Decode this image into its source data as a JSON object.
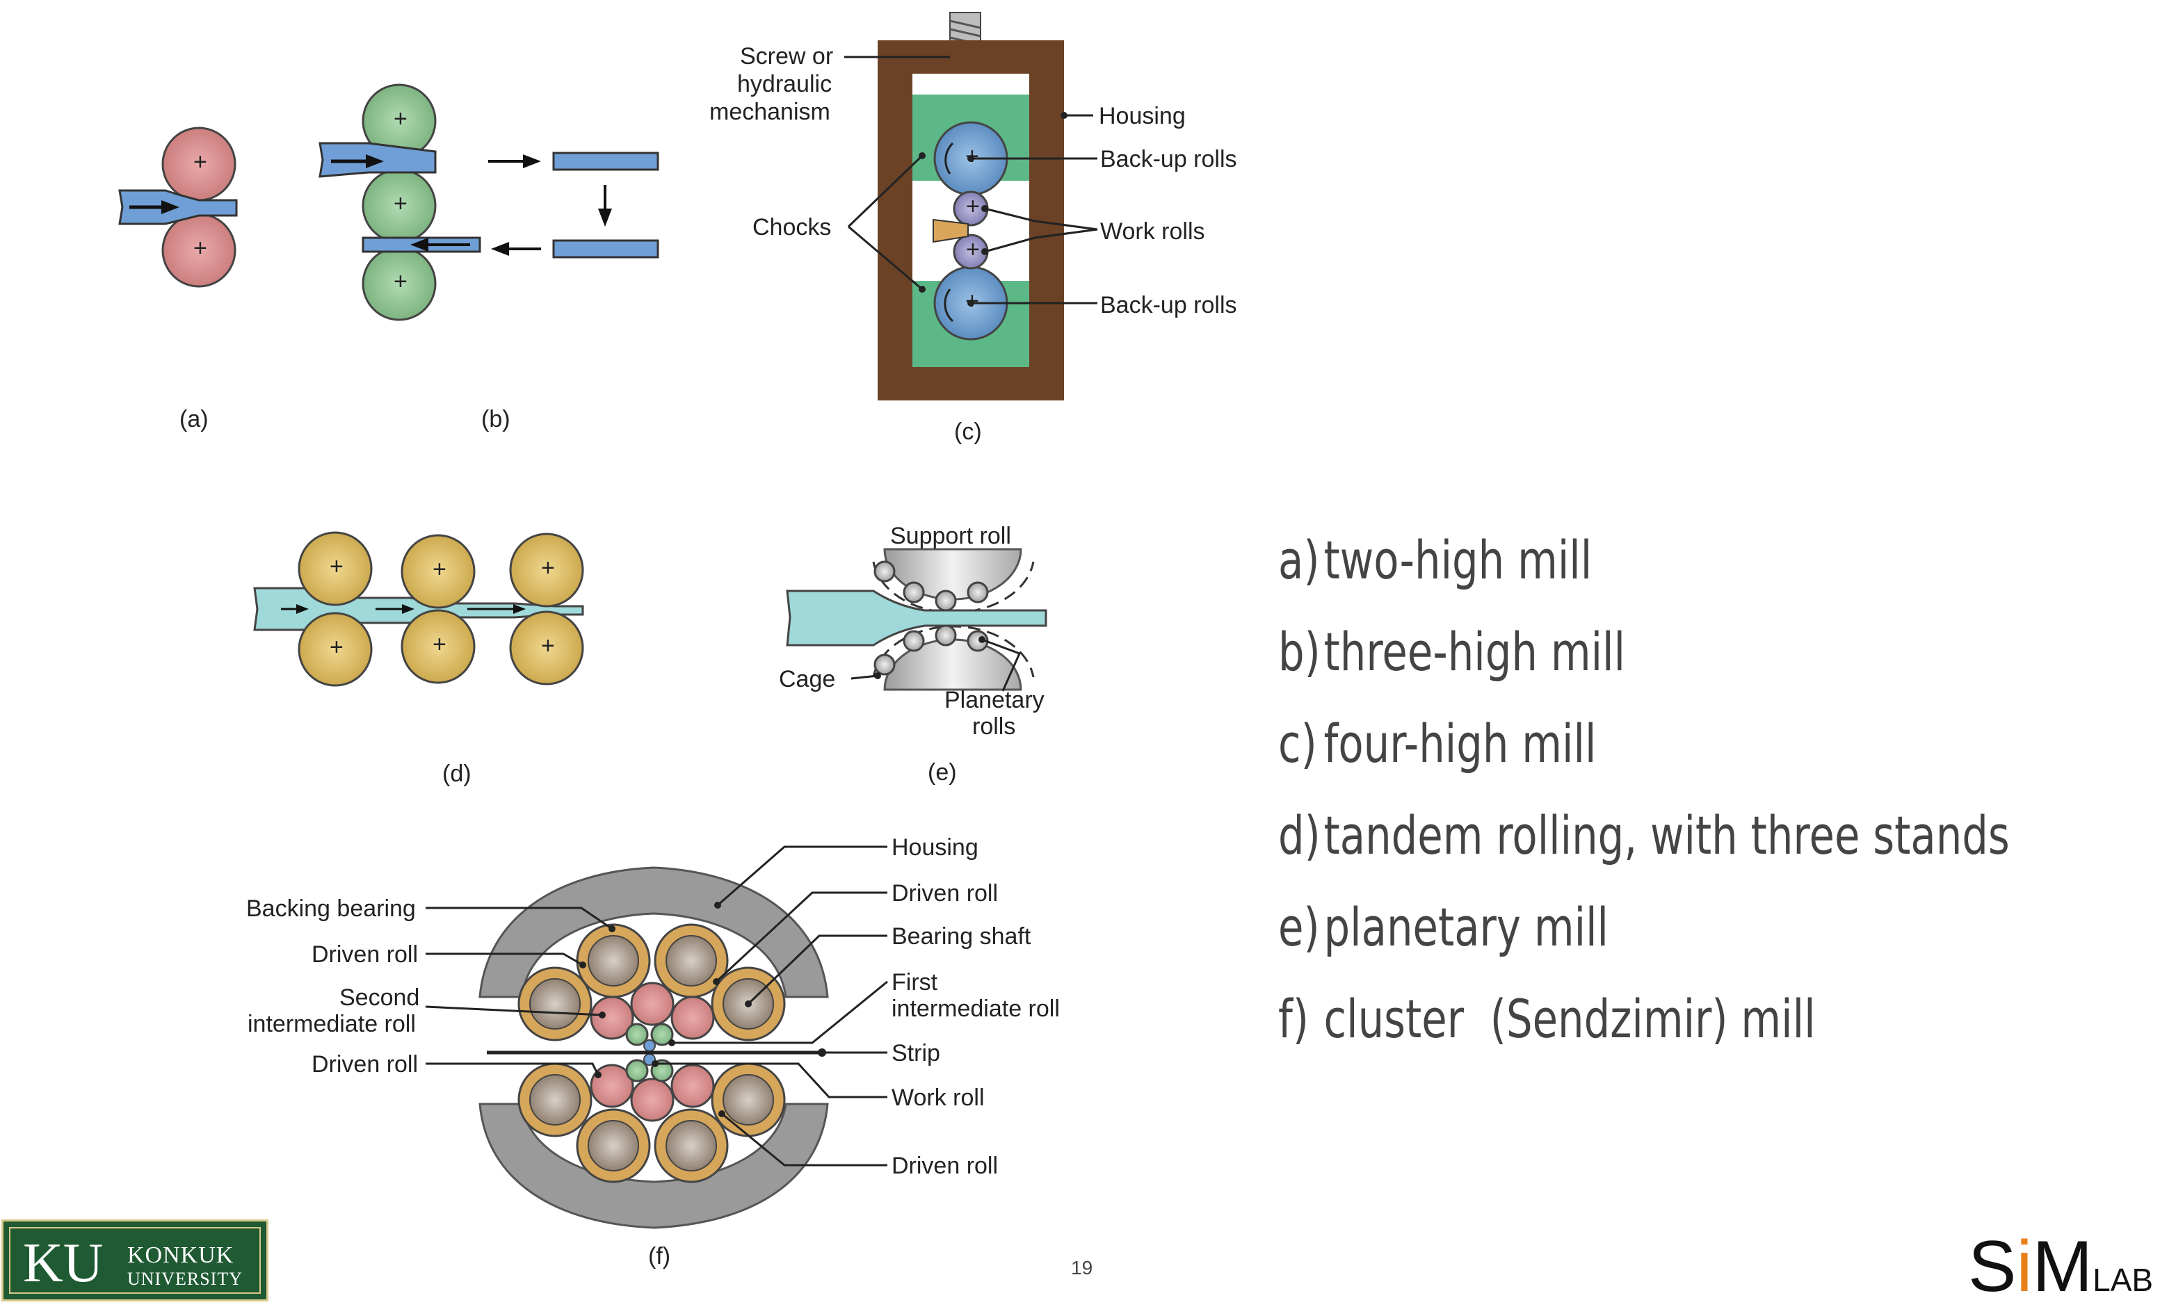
{
  "figure": {
    "captions": {
      "a": "(a)",
      "b": "(b)",
      "c": "(c)",
      "d": "(d)",
      "e": "(e)",
      "f": "(f)"
    },
    "c_labels": {
      "screw": [
        "Screw or",
        "hydraulic",
        "mechanism"
      ],
      "housing": "Housing",
      "backup_top": "Back-up rolls",
      "work": "Work rolls",
      "backup_bottom": "Back-up rolls",
      "chocks": "Chocks"
    },
    "e_labels": {
      "support": "Support roll",
      "cage": "Cage",
      "planetary": [
        "Planetary",
        "rolls"
      ]
    },
    "f_labels": {
      "backing_bearing": "Backing bearing",
      "driven_roll_left1": "Driven roll",
      "second_intermediate": [
        "Second",
        "intermediate roll"
      ],
      "driven_roll_left2": "Driven roll",
      "housing": "Housing",
      "driven_roll_right1": "Driven roll",
      "bearing_shaft": "Bearing shaft",
      "first_intermediate": [
        "First",
        "intermediate roll"
      ],
      "strip": "Strip",
      "work_roll": "Work roll",
      "driven_roll_right2": "Driven roll"
    }
  },
  "list": [
    {
      "letter": "a)",
      "text": "two-high mill"
    },
    {
      "letter": "b)",
      "text": "three-high mill"
    },
    {
      "letter": "c)",
      "text": "four-high mill"
    },
    {
      "letter": "d)",
      "text": "tandem rolling, with three stands"
    },
    {
      "letter": "e)",
      "text": "planetary mill"
    },
    {
      "letter": "f)",
      "text": "cluster  (Sendzimir) mill"
    }
  ],
  "footer": {
    "page_number": "19",
    "logo_left": {
      "letters": "KU",
      "name_line1": "KONKUK",
      "name_line2": "UNIVERSITY"
    },
    "logo_right": {
      "s": "S",
      "i": "i",
      "m": "M",
      "lab": "LAB"
    }
  },
  "colors": {
    "two_high_rolls": "#d98c8c",
    "three_high_rolls": "#8fc48f",
    "strip_blue": "#6f9fd6",
    "four_high_housing": "#6b4226",
    "four_high_chock": "#5db888",
    "backup_roll": "#6b9fd0",
    "work_roll": "#9b97c8",
    "tandem_rolls": "#d9b75a",
    "tandem_strip": "#9fd9d9",
    "cluster_housing": "#9a9a9a",
    "cluster_driven": "#d6a65a",
    "cluster_second": "#d9707a",
    "cluster_first": "#8cc48c",
    "ku_green": "#1f5a33",
    "simlab_accent": "#e8801a"
  }
}
